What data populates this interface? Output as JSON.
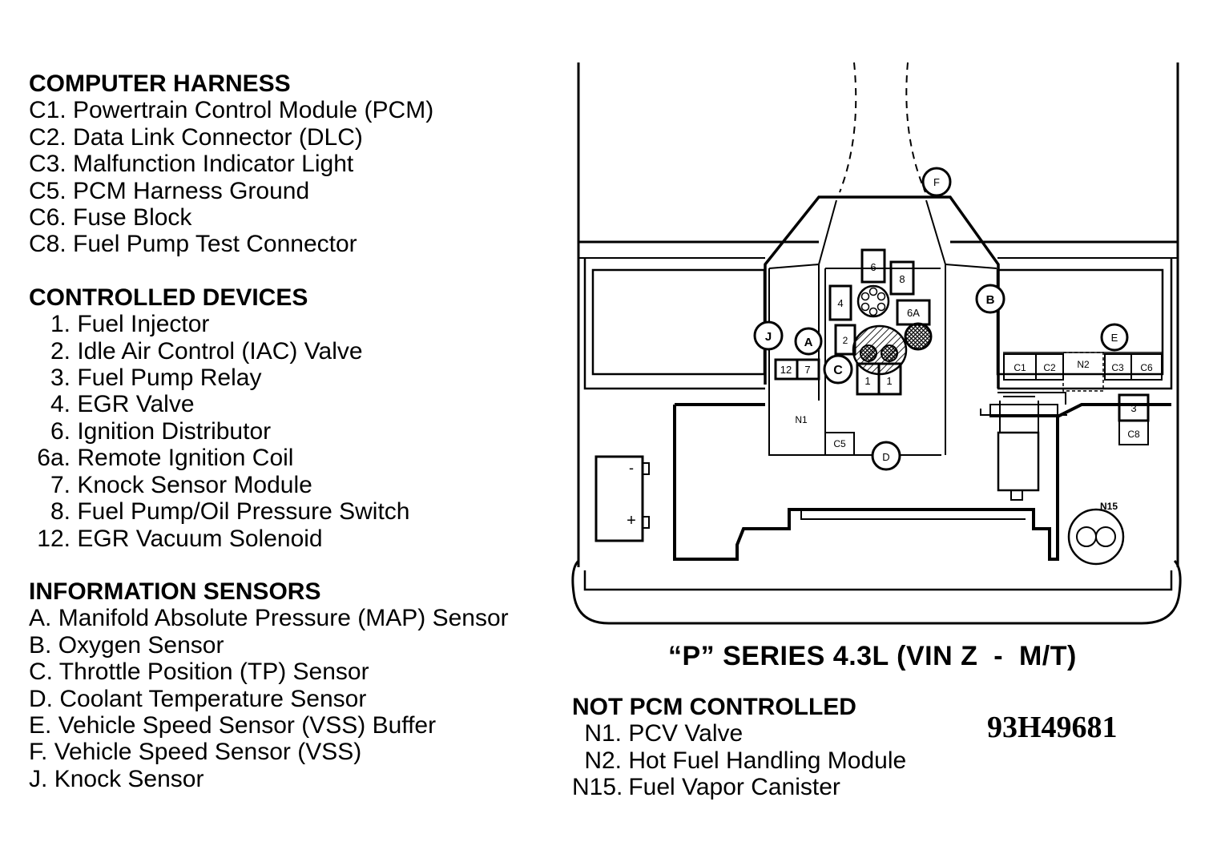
{
  "legend": {
    "computer_harness": {
      "heading": "COMPUTER HARNESS",
      "items": [
        {
          "code": "C1.",
          "label": "Powertrain Control Module (PCM)"
        },
        {
          "code": "C2.",
          "label": "Data Link Connector (DLC)"
        },
        {
          "code": "C3.",
          "label": "Malfunction Indicator Light"
        },
        {
          "code": "C5.",
          "label": "PCM Harness Ground"
        },
        {
          "code": "C6.",
          "label": "Fuse Block"
        },
        {
          "code": "C8.",
          "label": "Fuel Pump Test Connector"
        }
      ]
    },
    "controlled_devices": {
      "heading": "CONTROLLED DEVICES",
      "items": [
        {
          "code": "1.",
          "label": "Fuel Injector"
        },
        {
          "code": "2.",
          "label": "Idle Air Control (IAC) Valve"
        },
        {
          "code": "3.",
          "label": "Fuel Pump Relay"
        },
        {
          "code": "4.",
          "label": "EGR Valve"
        },
        {
          "code": "6.",
          "label": "Ignition Distributor"
        },
        {
          "code": "6a.",
          "label": "Remote Ignition Coil"
        },
        {
          "code": "7.",
          "label": "Knock Sensor Module"
        },
        {
          "code": "8.",
          "label": "Fuel Pump/Oil Pressure Switch"
        },
        {
          "code": "12.",
          "label": "EGR Vacuum Solenoid"
        }
      ]
    },
    "information_sensors": {
      "heading": "INFORMATION SENSORS",
      "items": [
        {
          "code": "A.",
          "label": "Manifold Absolute Pressure (MAP) Sensor"
        },
        {
          "code": "B.",
          "label": "Oxygen Sensor"
        },
        {
          "code": "C.",
          "label": "Throttle Position (TP) Sensor"
        },
        {
          "code": "D.",
          "label": "Coolant Temperature Sensor"
        },
        {
          "code": "E.",
          "label": "Vehicle Speed Sensor (VSS) Buffer"
        },
        {
          "code": "F.",
          "label": "Vehicle Speed Sensor (VSS)"
        },
        {
          "code": "J.",
          "label": "Knock Sensor"
        }
      ]
    },
    "not_pcm_controlled": {
      "heading": "NOT PCM CONTROLLED",
      "items": [
        {
          "code": "N1.",
          "label": "PCV Valve"
        },
        {
          "code": "N2.",
          "label": "Hot Fuel Handling Module"
        },
        {
          "code": "N15.",
          "label": "Fuel Vapor Canister"
        }
      ]
    }
  },
  "caption": "“P” SERIES 4.3L (VIN Z  -  M/T)",
  "figure_id": "93H49681",
  "diagram_labels": {
    "F": "F",
    "B": "B",
    "J": "J",
    "A": "A",
    "C": "C",
    "D": "D",
    "E": "E",
    "box_6": "6",
    "box_8": "8",
    "box_4": "4",
    "box_6A": "6A",
    "box_2": "2",
    "box_12": "12",
    "box_7": "7",
    "box_1a": "1",
    "box_1b": "1",
    "N1": "N1",
    "C5": "C5",
    "C1": "C1",
    "C2": "C2",
    "N2": "N2",
    "C3": "C3",
    "C6": "C6",
    "box_3": "3",
    "C8": "C8",
    "N15": "N15",
    "minus": "-",
    "plus": "+"
  }
}
